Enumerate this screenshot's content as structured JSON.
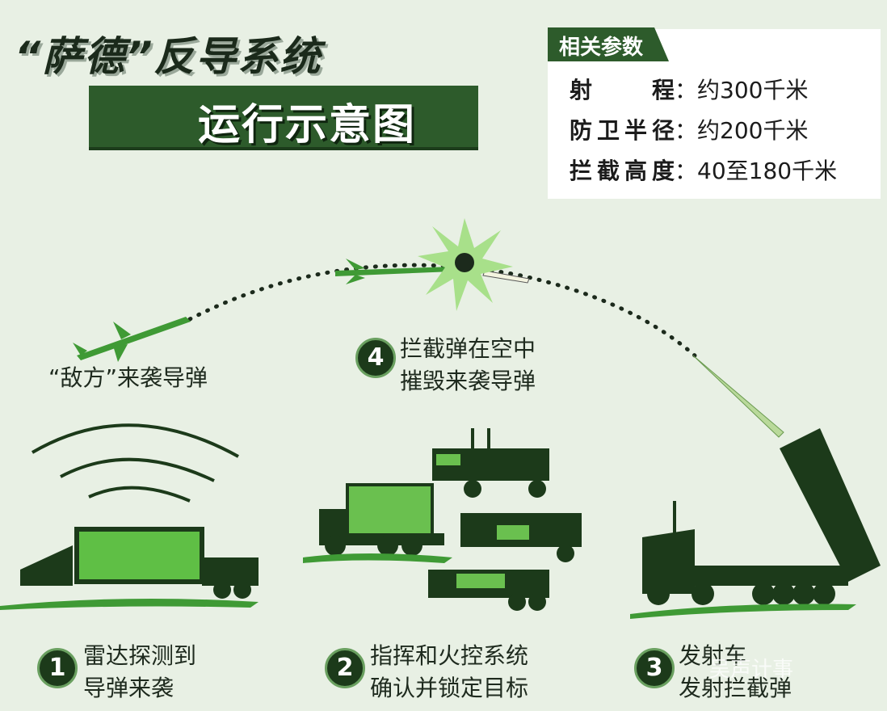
{
  "title": "“萨德”反导系统",
  "subtitle": "运行示意图",
  "params": {
    "heading": "相关参数",
    "rows": [
      {
        "label": "射　程",
        "value": "约300千米"
      },
      {
        "label": "防卫半径",
        "value": "约200千米"
      },
      {
        "label": "拦截高度",
        "value": "40至180千米"
      }
    ]
  },
  "enemy_label": "“敌方”来袭导弹",
  "steps": [
    {
      "num": "1",
      "line1": "雷达探测到",
      "line2": "导弹来袭"
    },
    {
      "num": "2",
      "line1": "指挥和火控系统",
      "line2": "确认并锁定目标"
    },
    {
      "num": "3",
      "line1": "发射车",
      "line2": "发射拦截弹"
    },
    {
      "num": "4",
      "line1": "拦截弹在空中",
      "line2": "摧毁来袭导弹"
    }
  ],
  "watermark": "吴声计事",
  "colors": {
    "dark_green": "#2d5b2b",
    "bright_green": "#3f9a35",
    "background": "#e8f0e4"
  }
}
